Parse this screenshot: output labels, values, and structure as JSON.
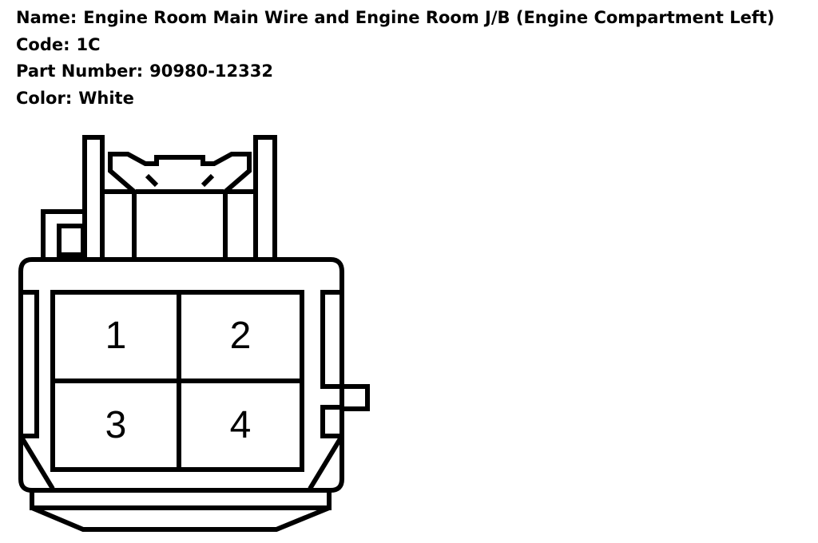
{
  "info": {
    "name_label": "Name:",
    "name_value": "Engine Room Main Wire and Engine Room J/B (Engine Compartment Left)",
    "code_label": "Code:",
    "code_value": "1C",
    "part_label": "Part Number:",
    "part_value": "90980-12332",
    "color_label": "Color:",
    "color_value": "White"
  },
  "connector": {
    "pins": [
      "1",
      "2",
      "3",
      "4"
    ]
  }
}
